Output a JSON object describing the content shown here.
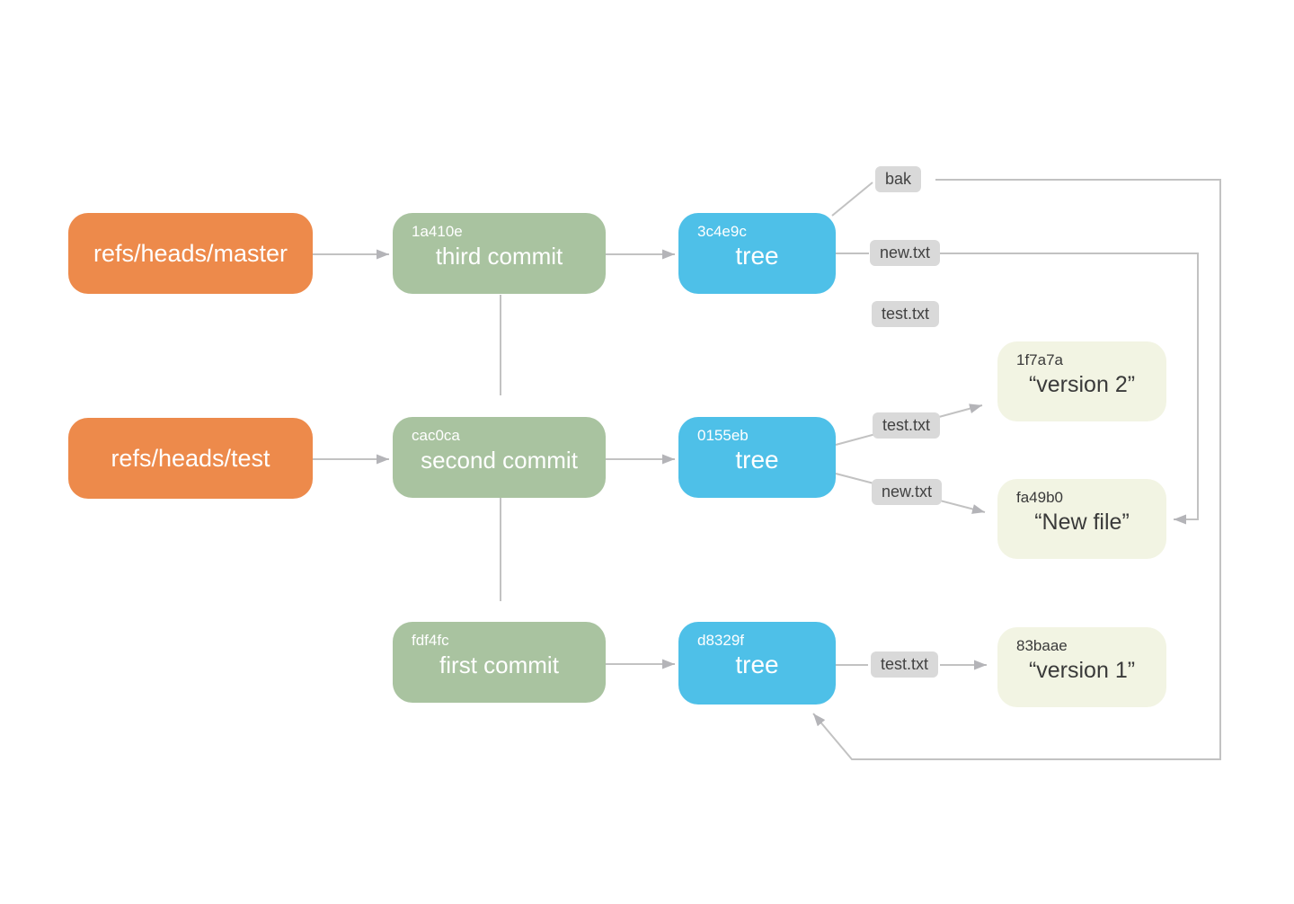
{
  "colors": {
    "ref-bg": "#ED8A4B",
    "commit-bg": "#A9C3A0",
    "tree-bg": "#4EC0E8",
    "blob-bg": "#F2F4E3",
    "label-bg": "#D9D9D9",
    "label-text": "#424242",
    "node-text": "#FFFFFF",
    "blob-text": "#3A3A3A",
    "line": "#C2C2C2",
    "arrow": "#B4B4B8"
  },
  "refs": [
    {
      "label": "refs/heads/master"
    },
    {
      "label": "refs/heads/test"
    }
  ],
  "commits": [
    {
      "hash": "1a410e",
      "label": "third commit"
    },
    {
      "hash": "cac0ca",
      "label": "second commit"
    },
    {
      "hash": "fdf4fc",
      "label": "first commit"
    }
  ],
  "trees": [
    {
      "hash": "3c4e9c",
      "label": "tree"
    },
    {
      "hash": "0155eb",
      "label": "tree"
    },
    {
      "hash": "d8329f",
      "label": "tree"
    }
  ],
  "blobs": [
    {
      "hash": "1f7a7a",
      "label": "“version 2”"
    },
    {
      "hash": "fa49b0",
      "label": "“New file”"
    },
    {
      "hash": "83baae",
      "label": "“version 1”"
    }
  ],
  "file_labels": [
    {
      "text": "bak"
    },
    {
      "text": "new.txt"
    },
    {
      "text": "test.txt"
    },
    {
      "text": "test.txt"
    },
    {
      "text": "new.txt"
    },
    {
      "text": "test.txt"
    }
  ]
}
